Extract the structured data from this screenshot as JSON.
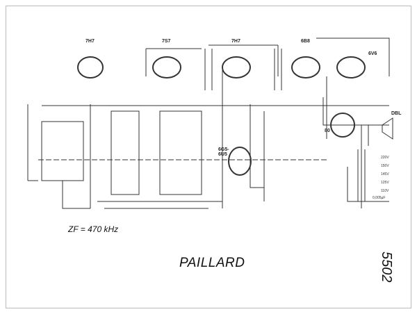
{
  "title": "PAILLARD",
  "model": "5502",
  "if_note": "ZF = 470 kHz",
  "tubes": [
    {
      "label": "7H7"
    },
    {
      "label": "7S7"
    },
    {
      "label": "7H7"
    },
    {
      "label": "6B8"
    },
    {
      "label": "6V6"
    },
    {
      "label": "6G5-6U5"
    },
    {
      "label": "80"
    }
  ],
  "speaker_label": "DBL",
  "mains_taps": [
    "220V",
    "150V",
    "145V",
    "125V",
    "110V"
  ],
  "capacitor_note": "0,005µF",
  "colors": {
    "ink": "#222222",
    "paper": "#ffffff"
  }
}
